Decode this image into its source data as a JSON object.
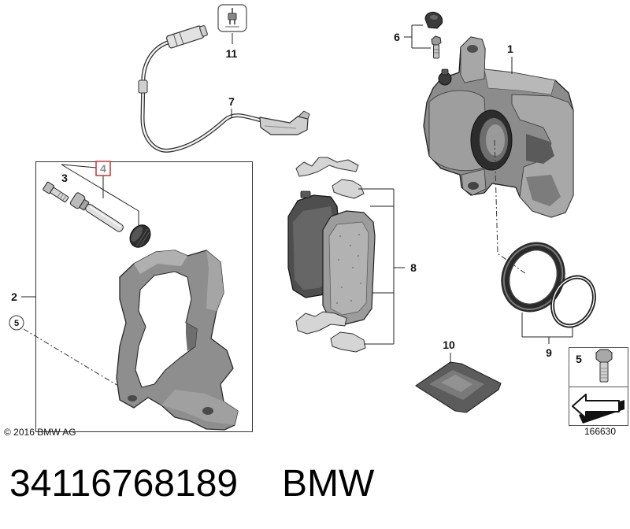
{
  "callouts": {
    "sensor_icon": "11",
    "sensor": "7",
    "bleeder": "6",
    "caliper": "1",
    "pin_kit": "4",
    "bolt": "3",
    "carrier": "2",
    "carrier_bolt_ref": "5",
    "pads": "8",
    "seals": "9",
    "grease": "10",
    "inset_bolt": "5"
  },
  "copyright": "© 2016 BMW AG",
  "diagram_id": "166630",
  "footer": {
    "part_number": "34116768189",
    "brand": "BMW"
  },
  "colors": {
    "highlight_frame": "#cc3333",
    "highlight_label": "#8c8c8c",
    "metal": "#8e8e8e",
    "rubber": "#2e2e2e"
  },
  "icons": [
    "plug-icon",
    "assembly-arrow-icon"
  ]
}
